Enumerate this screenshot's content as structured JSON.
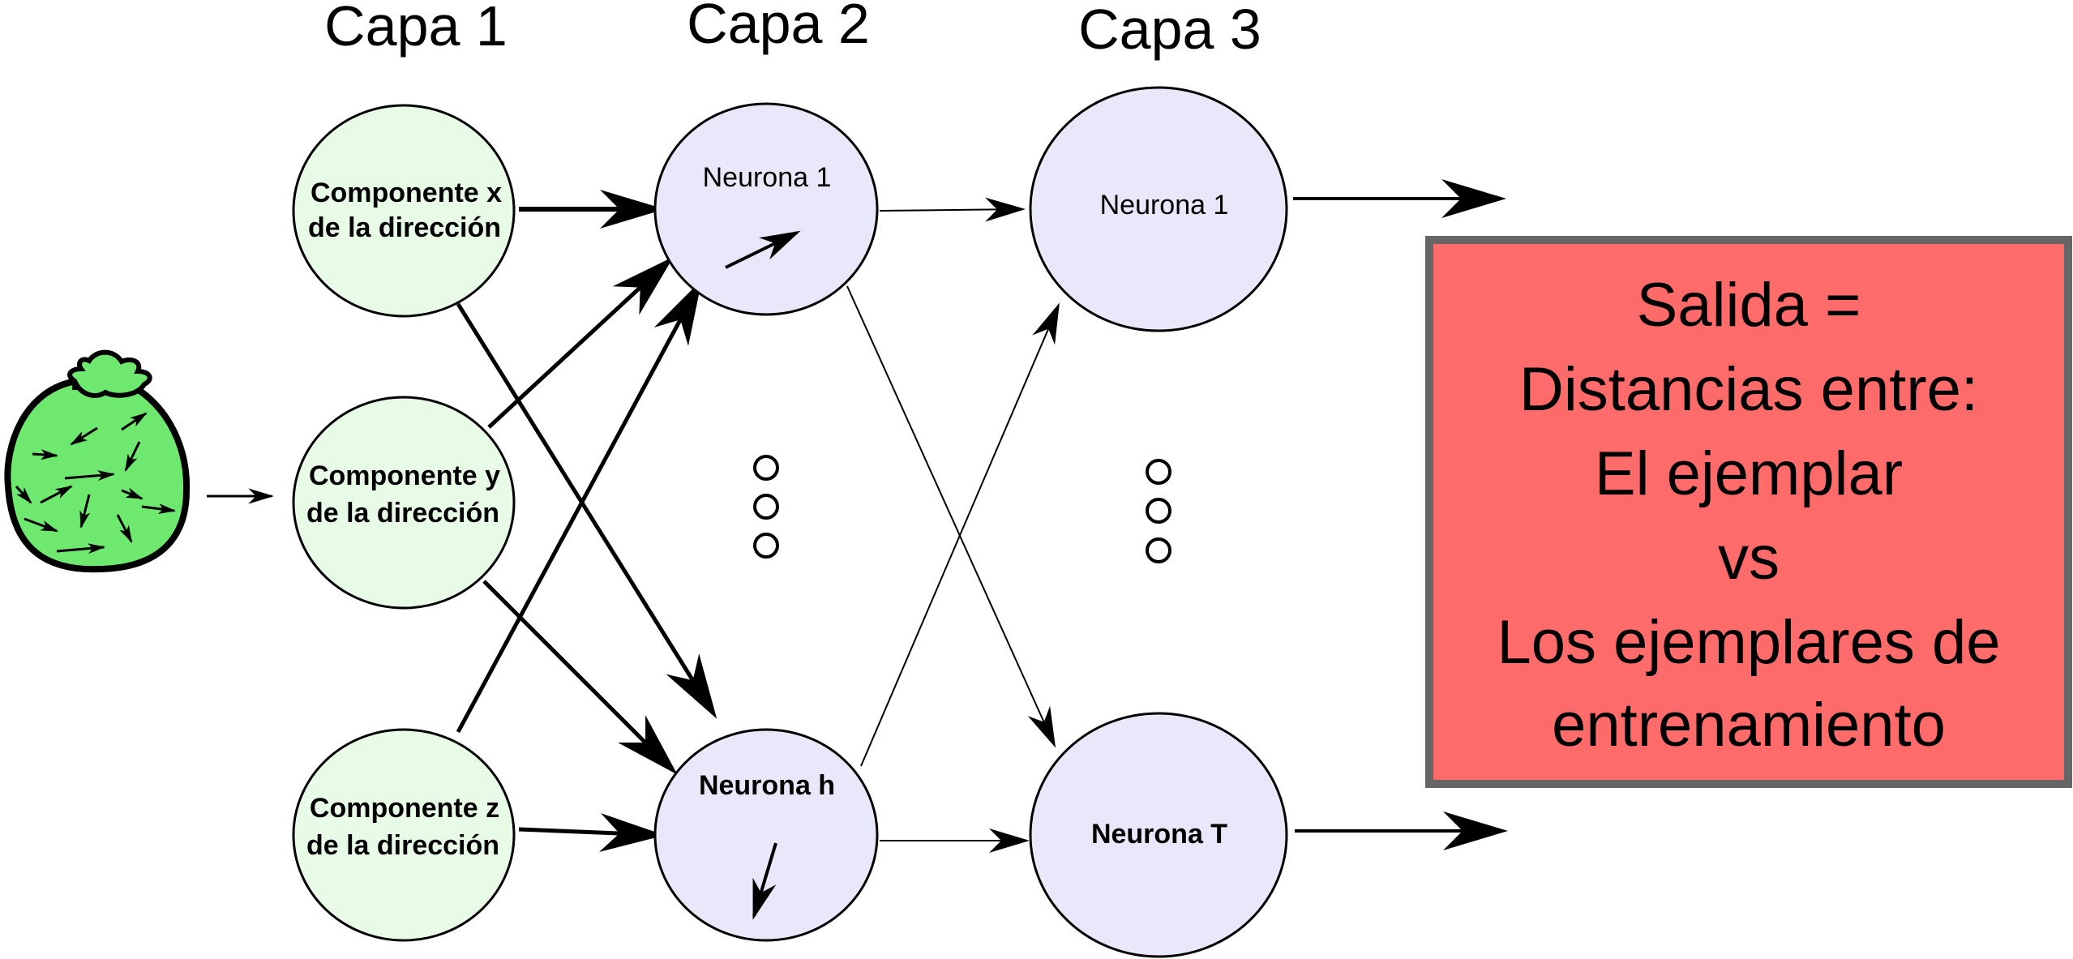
{
  "layers": {
    "layer1_title": "Capa 1",
    "layer2_title": "Capa 2",
    "layer3_title": "Capa 3"
  },
  "inputs": [
    {
      "line1": "Componente x",
      "line2": "de la dirección"
    },
    {
      "line1": "Componente y",
      "line2": "de la dirección"
    },
    {
      "line1": "Componente z",
      "line2": "de la dirección"
    }
  ],
  "hidden": {
    "top": "Neurona  1",
    "bottom": "Neurona  h"
  },
  "outputs": {
    "top": "Neurona  1",
    "bottom": "Neurona  T"
  },
  "output_box": {
    "lines": [
      "Salida =",
      "Distancias entre:",
      "El ejemplar",
      "vs",
      "Los ejemplares de",
      "entrenamiento"
    ]
  },
  "colors": {
    "input_fill": "#e8fbe6",
    "neuron_fill": "#e8e8fa",
    "output_box_fill": "#fe6b6b",
    "output_box_border": "#666666",
    "bag_fill": "#6ee86e"
  }
}
